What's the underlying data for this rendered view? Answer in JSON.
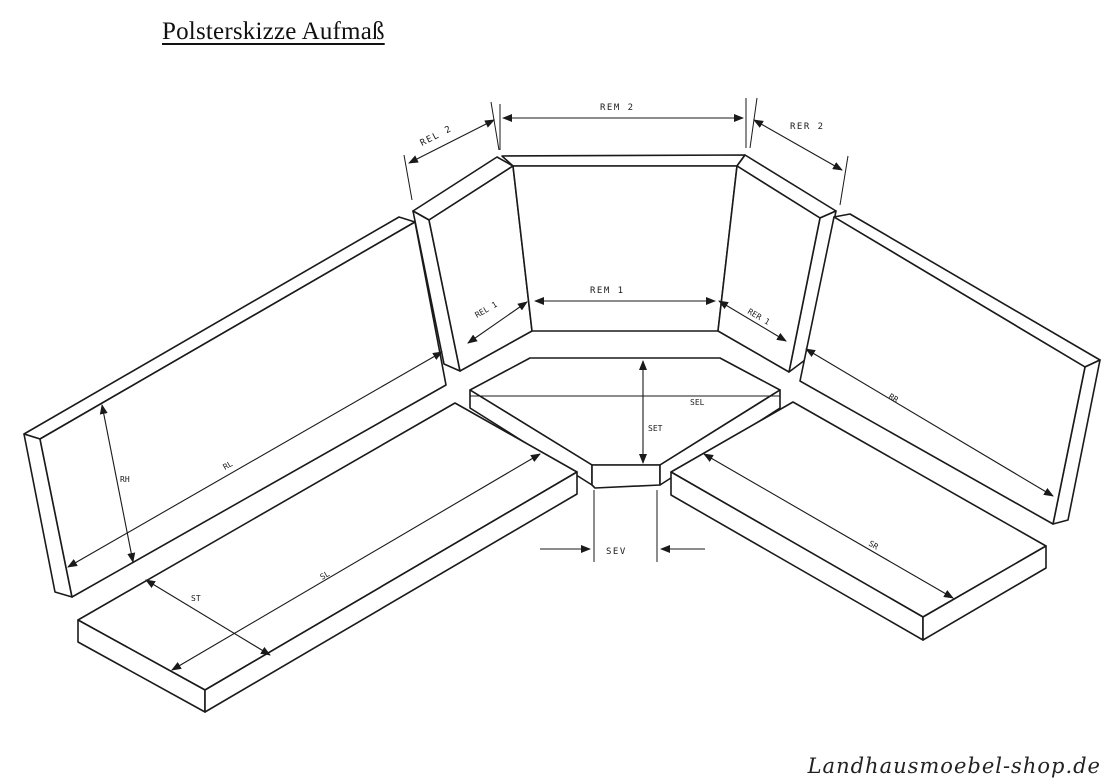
{
  "title": "Polsterskizze Aufmaß",
  "labels": {
    "rel2": "REL 2",
    "rem2": "REM 2",
    "rer2": "RER 2",
    "rel1": "REL 1",
    "rem1": "REM 1",
    "rer1": "RER 1",
    "rh": "RH",
    "rl": "RL",
    "rr": "RR",
    "sel": "SEL",
    "set": "SET",
    "sev": "SEV",
    "st": "ST",
    "sl": "SL",
    "sr": "SR"
  },
  "watermark": "Landhausmoebel-shop.de"
}
